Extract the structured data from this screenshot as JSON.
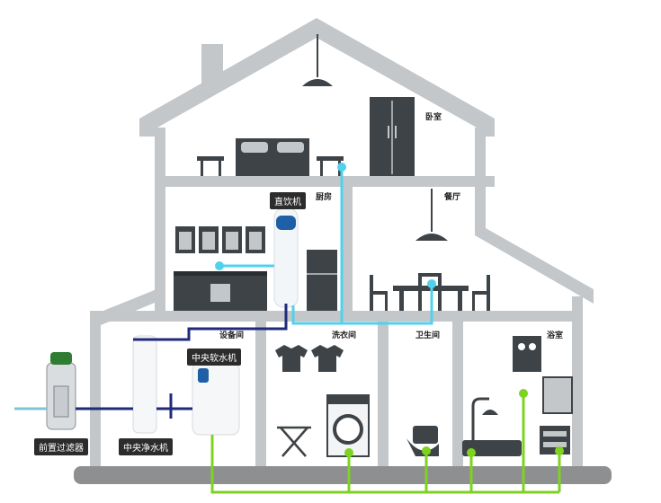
{
  "rooms": {
    "bedroom": "卧室",
    "kitchen": "厨房",
    "dining": "餐厅",
    "equipment": "设备间",
    "laundry": "洗衣间",
    "toilet": "卫生间",
    "bathroom": "浴室"
  },
  "devices": {
    "drinking_machine": "直饮机",
    "softener": "中央软水机",
    "purifier": "中央净水机",
    "prefilter": "前置过滤器"
  },
  "colors": {
    "house": "#c3c7ca",
    "dark_appliance": "#3e4347",
    "pipe_inlet": "#7cc4d8",
    "pipe_main": "#1f2a7a",
    "pipe_pure": "#52d1ec",
    "pipe_soft": "#7ed321",
    "ground": "#8d8f91"
  }
}
